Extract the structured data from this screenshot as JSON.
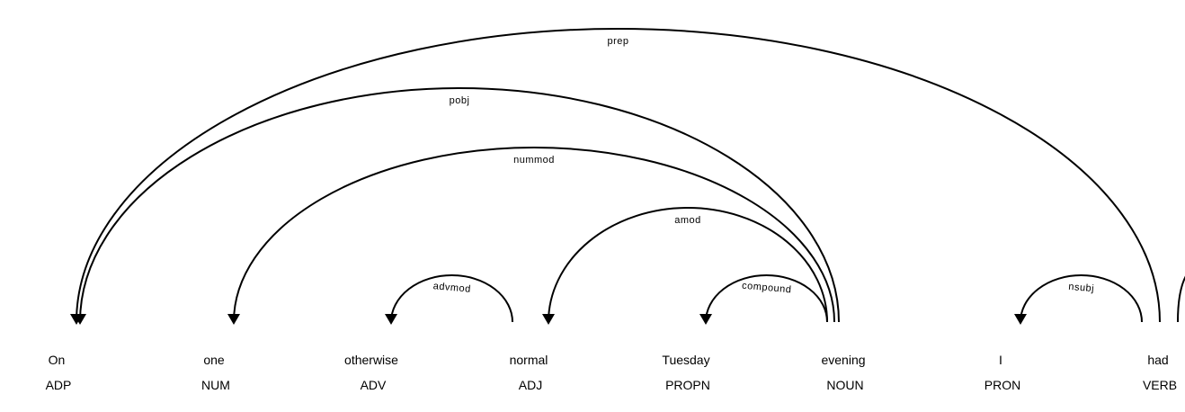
{
  "tokens": [
    {
      "text": "On",
      "tag": "ADP"
    },
    {
      "text": "one",
      "tag": "NUM"
    },
    {
      "text": "otherwise",
      "tag": "ADV"
    },
    {
      "text": "normal",
      "tag": "ADJ"
    },
    {
      "text": "Tuesday",
      "tag": "PROPN"
    },
    {
      "text": "evening",
      "tag": "NOUN"
    },
    {
      "text": "I",
      "tag": "PRON"
    },
    {
      "text": "had",
      "tag": "VERB"
    }
  ],
  "arcs": [
    {
      "label": "prep",
      "head": 7,
      "dependent": 0
    },
    {
      "label": "pobj",
      "head": 5,
      "dependent": 0
    },
    {
      "label": "nummod",
      "head": 5,
      "dependent": 1
    },
    {
      "label": "advmod",
      "head": 3,
      "dependent": 2
    },
    {
      "label": "amod",
      "head": 5,
      "dependent": 3
    },
    {
      "label": "compound",
      "head": 5,
      "dependent": 4
    },
    {
      "label": "nsubj",
      "head": 7,
      "dependent": 6
    }
  ],
  "colors": {
    "line": "#000000",
    "text": "#000000",
    "background": "#ffffff"
  }
}
